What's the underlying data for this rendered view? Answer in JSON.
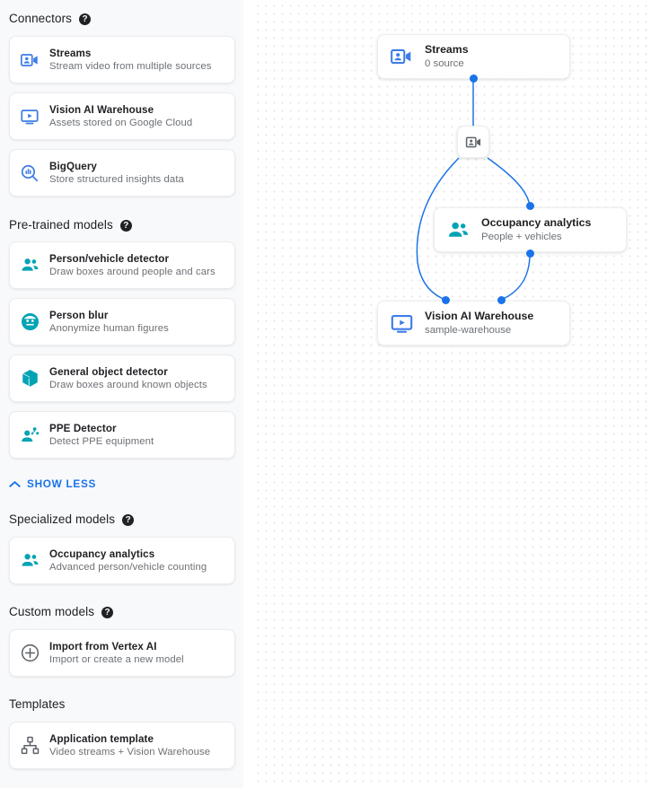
{
  "colors": {
    "connector_icon": "#3f7ce8",
    "model_icon": "#00a3b4",
    "neutral_icon": "#5f6368",
    "link_blue": "#1a73e8",
    "edge_blue": "#1a73e8",
    "sidebar_bg": "#f8f9fa"
  },
  "sidebar": {
    "sections": [
      {
        "title": "Connectors",
        "has_help": true,
        "help_glyph": "?",
        "items": [
          {
            "title": "Streams",
            "subtitle": "Stream video from multiple sources",
            "icon": "video-camera-person-icon",
            "icon_style": "connector"
          },
          {
            "title": "Vision AI Warehouse",
            "subtitle": "Assets stored on Google Cloud",
            "icon": "monitor-play-icon",
            "icon_style": "connector"
          },
          {
            "title": "BigQuery",
            "subtitle": "Store structured insights data",
            "icon": "bigquery-search-icon",
            "icon_style": "connector"
          }
        ]
      },
      {
        "title": "Pre-trained models",
        "has_help": true,
        "help_glyph": "?",
        "items": [
          {
            "title": "Person/vehicle detector",
            "subtitle": "Draw boxes around people and cars",
            "icon": "people-group-icon",
            "icon_style": "model"
          },
          {
            "title": "Person blur",
            "subtitle": "Anonymize human figures",
            "icon": "face-circle-icon",
            "icon_style": "model"
          },
          {
            "title": "General object detector",
            "subtitle": "Draw boxes around known objects",
            "icon": "cube-icon",
            "icon_style": "model"
          },
          {
            "title": "PPE Detector",
            "subtitle": "Detect PPE equipment",
            "icon": "ppe-person-icon",
            "icon_style": "model"
          }
        ]
      },
      {
        "title": "Specialized models",
        "has_help": true,
        "help_glyph": "?",
        "items": [
          {
            "title": "Occupancy analytics",
            "subtitle": "Advanced person/vehicle counting",
            "icon": "people-group-icon",
            "icon_style": "model"
          }
        ]
      },
      {
        "title": "Custom models",
        "has_help": true,
        "help_glyph": "?",
        "items": [
          {
            "title": "Import from Vertex AI",
            "subtitle": "Import or create a new model",
            "icon": "plus-circle-icon",
            "icon_style": "neutral"
          }
        ]
      },
      {
        "title": "Templates",
        "has_help": false,
        "help_glyph": "",
        "items": [
          {
            "title": "Application template",
            "subtitle": "Video streams + Vision Warehouse",
            "icon": "hierarchy-icon",
            "icon_style": "neutral"
          }
        ]
      }
    ],
    "show_less": {
      "label": "SHOW LESS",
      "icon": "chevron-up-icon"
    }
  },
  "canvas": {
    "nodes": [
      {
        "title": "Streams",
        "subtitle": "0 source",
        "icon": "video-camera-person-icon",
        "icon_style": "connector"
      },
      {
        "title": "Occupancy analytics",
        "subtitle": "People + vehicles",
        "icon": "people-group-icon",
        "icon_style": "model"
      },
      {
        "title": "Vision AI Warehouse",
        "subtitle": "sample-warehouse",
        "icon": "monitor-play-icon",
        "icon_style": "connector"
      }
    ],
    "edge_badge": {
      "icon": "video-camera-person-icon"
    }
  }
}
